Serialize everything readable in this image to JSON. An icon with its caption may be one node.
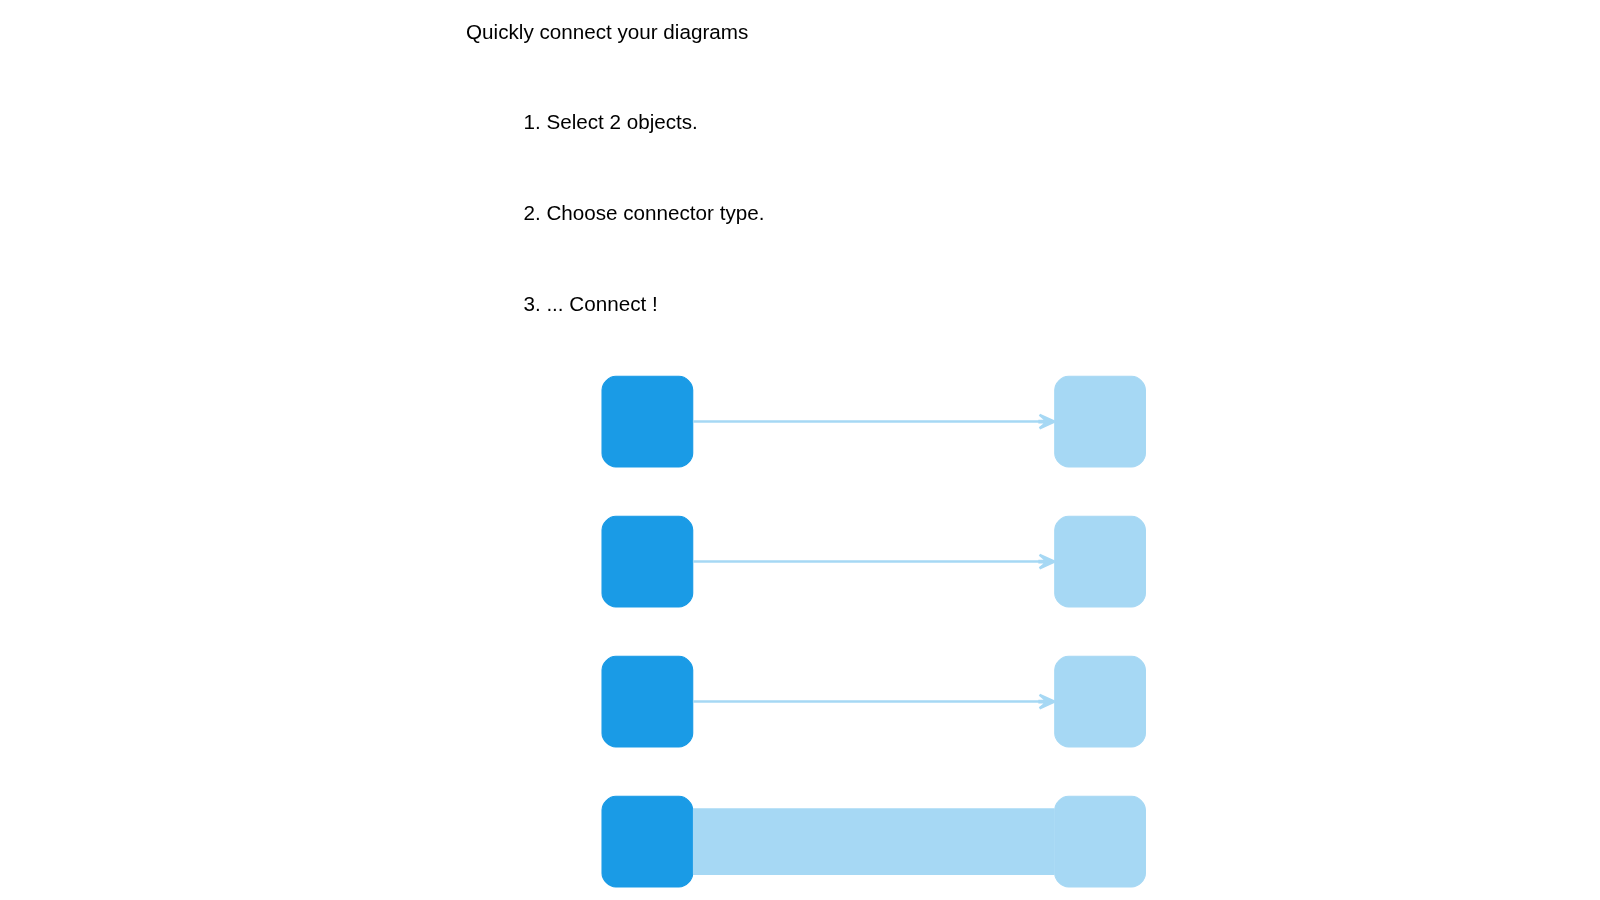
{
  "diagram": {
    "nodes": [
      {
        "text": [],
        "shape": "box"
      },
      {
        "text": [],
        "shape": "box"
      },
      {
        "text": [],
        "shape": "box"
      },
      {
        "text": [],
        "shape": "box"
      },
      {
        "text": [],
        "shape": "box"
      },
      {
        "text": [],
        "shape": "box"
      },
      {
        "text": [],
        "shape": "box"
      },
      {
        "text": [],
        "shape": "box"
      }
    ],
    "edges": [
      {
        "from": 1,
        "to": 0,
        "arrow": "to"
      },
      {
        "from": 3,
        "to": 2,
        "arrow": "to"
      },
      {
        "from": 5,
        "to": 4,
        "arrow": "to"
      },
      {
        "from": 7,
        "to": 6,
        "arrow": "none",
        "style": "thick"
      }
    ],
    "labels": [
      "Quickly connect your diagrams",
      "1. Select 2 objects.",
      "2. Choose connector type.",
      "3. ... Connect !"
    ]
  }
}
